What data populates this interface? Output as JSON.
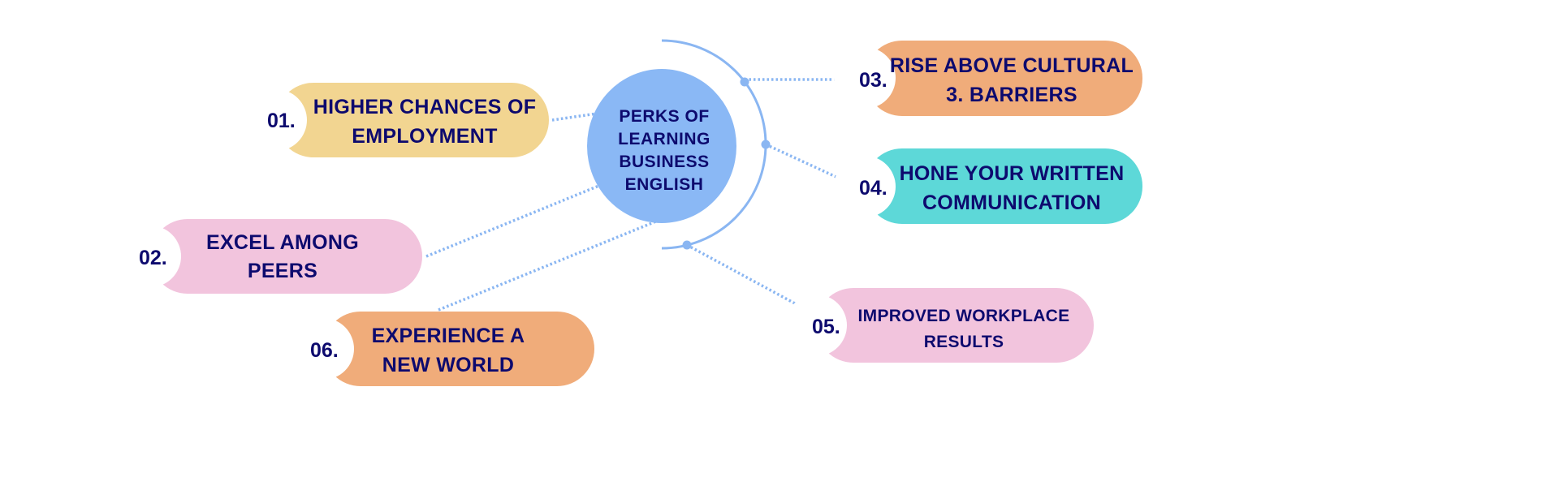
{
  "center": {
    "lines": [
      "PERKS OF",
      "LEARNING",
      "BUSINESS",
      "ENGLISH"
    ]
  },
  "items": [
    {
      "number": "01.",
      "lines": [
        "HIGHER CHANCES OF",
        "EMPLOYMENT"
      ],
      "color": "#F2D591"
    },
    {
      "number": "02.",
      "lines": [
        "EXCEL AMONG",
        "PEERS"
      ],
      "color": "#F2C4DD"
    },
    {
      "number": "03.",
      "lines": [
        "RISE ABOVE CULTURAL",
        "3. BARRIERS"
      ],
      "color": "#F0AC7A"
    },
    {
      "number": "04.",
      "lines": [
        "HONE YOUR WRITTEN",
        "COMMUNICATION"
      ],
      "color": "#5DD8D8"
    },
    {
      "number": "05.",
      "lines": [
        "IMPROVED WORKPLACE",
        "RESULTS"
      ],
      "color": "#F2C4DD"
    },
    {
      "number": "06.",
      "lines": [
        "EXPERIENCE A",
        "NEW WORLD"
      ],
      "color": "#F0AC7A"
    }
  ],
  "colors": {
    "accent": "#8AB8F5",
    "text": "#0D0A6E"
  }
}
